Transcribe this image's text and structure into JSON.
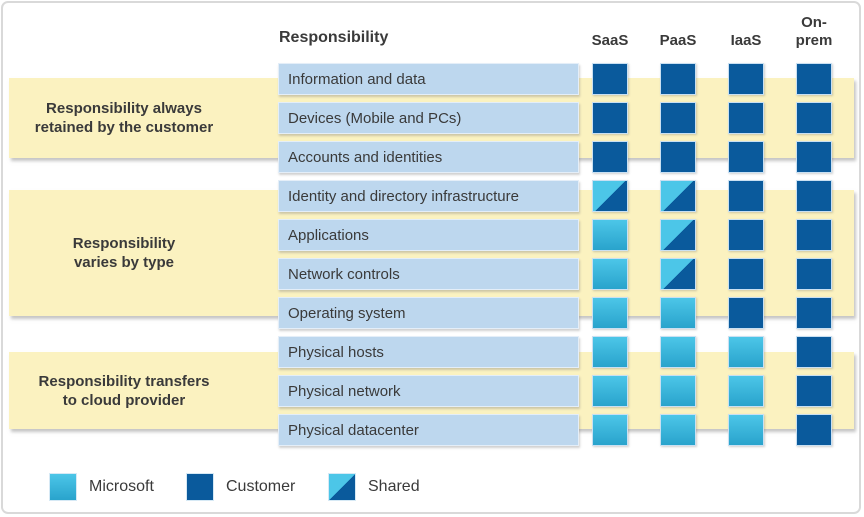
{
  "header": {
    "responsibility_label": "Responsibility",
    "columns": [
      {
        "label": "SaaS"
      },
      {
        "label": "PaaS"
      },
      {
        "label": "IaaS"
      },
      {
        "label": "On-\nprem"
      }
    ]
  },
  "sections": [
    {
      "label": "Responsibility always\nretained by the customer"
    },
    {
      "label": "Responsibility\nvaries by type"
    },
    {
      "label": "Responsibility transfers\nto cloud provider"
    }
  ],
  "rows": [
    {
      "label": "Information and data",
      "cells": [
        "customer",
        "customer",
        "customer",
        "customer"
      ]
    },
    {
      "label": "Devices (Mobile and PCs)",
      "cells": [
        "customer",
        "customer",
        "customer",
        "customer"
      ]
    },
    {
      "label": "Accounts and identities",
      "cells": [
        "customer",
        "customer",
        "customer",
        "customer"
      ]
    },
    {
      "label": "Identity and directory infrastructure",
      "cells": [
        "shared",
        "shared",
        "customer",
        "customer"
      ]
    },
    {
      "label": "Applications",
      "cells": [
        "microsoft",
        "shared",
        "customer",
        "customer"
      ]
    },
    {
      "label": "Network controls",
      "cells": [
        "microsoft",
        "shared",
        "customer",
        "customer"
      ]
    },
    {
      "label": "Operating system",
      "cells": [
        "microsoft",
        "microsoft",
        "customer",
        "customer"
      ]
    },
    {
      "label": "Physical hosts",
      "cells": [
        "microsoft",
        "microsoft",
        "microsoft",
        "customer"
      ]
    },
    {
      "label": "Physical network",
      "cells": [
        "microsoft",
        "microsoft",
        "microsoft",
        "customer"
      ]
    },
    {
      "label": "Physical datacenter",
      "cells": [
        "microsoft",
        "microsoft",
        "microsoft",
        "customer"
      ]
    }
  ],
  "legend": [
    {
      "label": "Microsoft",
      "type": "microsoft"
    },
    {
      "label": "Customer",
      "type": "customer"
    },
    {
      "label": "Shared",
      "type": "shared"
    }
  ],
  "colors": {
    "customer_blue": "#0a5a9c",
    "microsoft_cyan_top": "#4cc6e8",
    "microsoft_cyan_bottom": "#29a3cc",
    "section_band_yellow": "#fbf2c0",
    "row_label_blue": "#bdd7ee",
    "text_dark": "#3a3a3a"
  }
}
